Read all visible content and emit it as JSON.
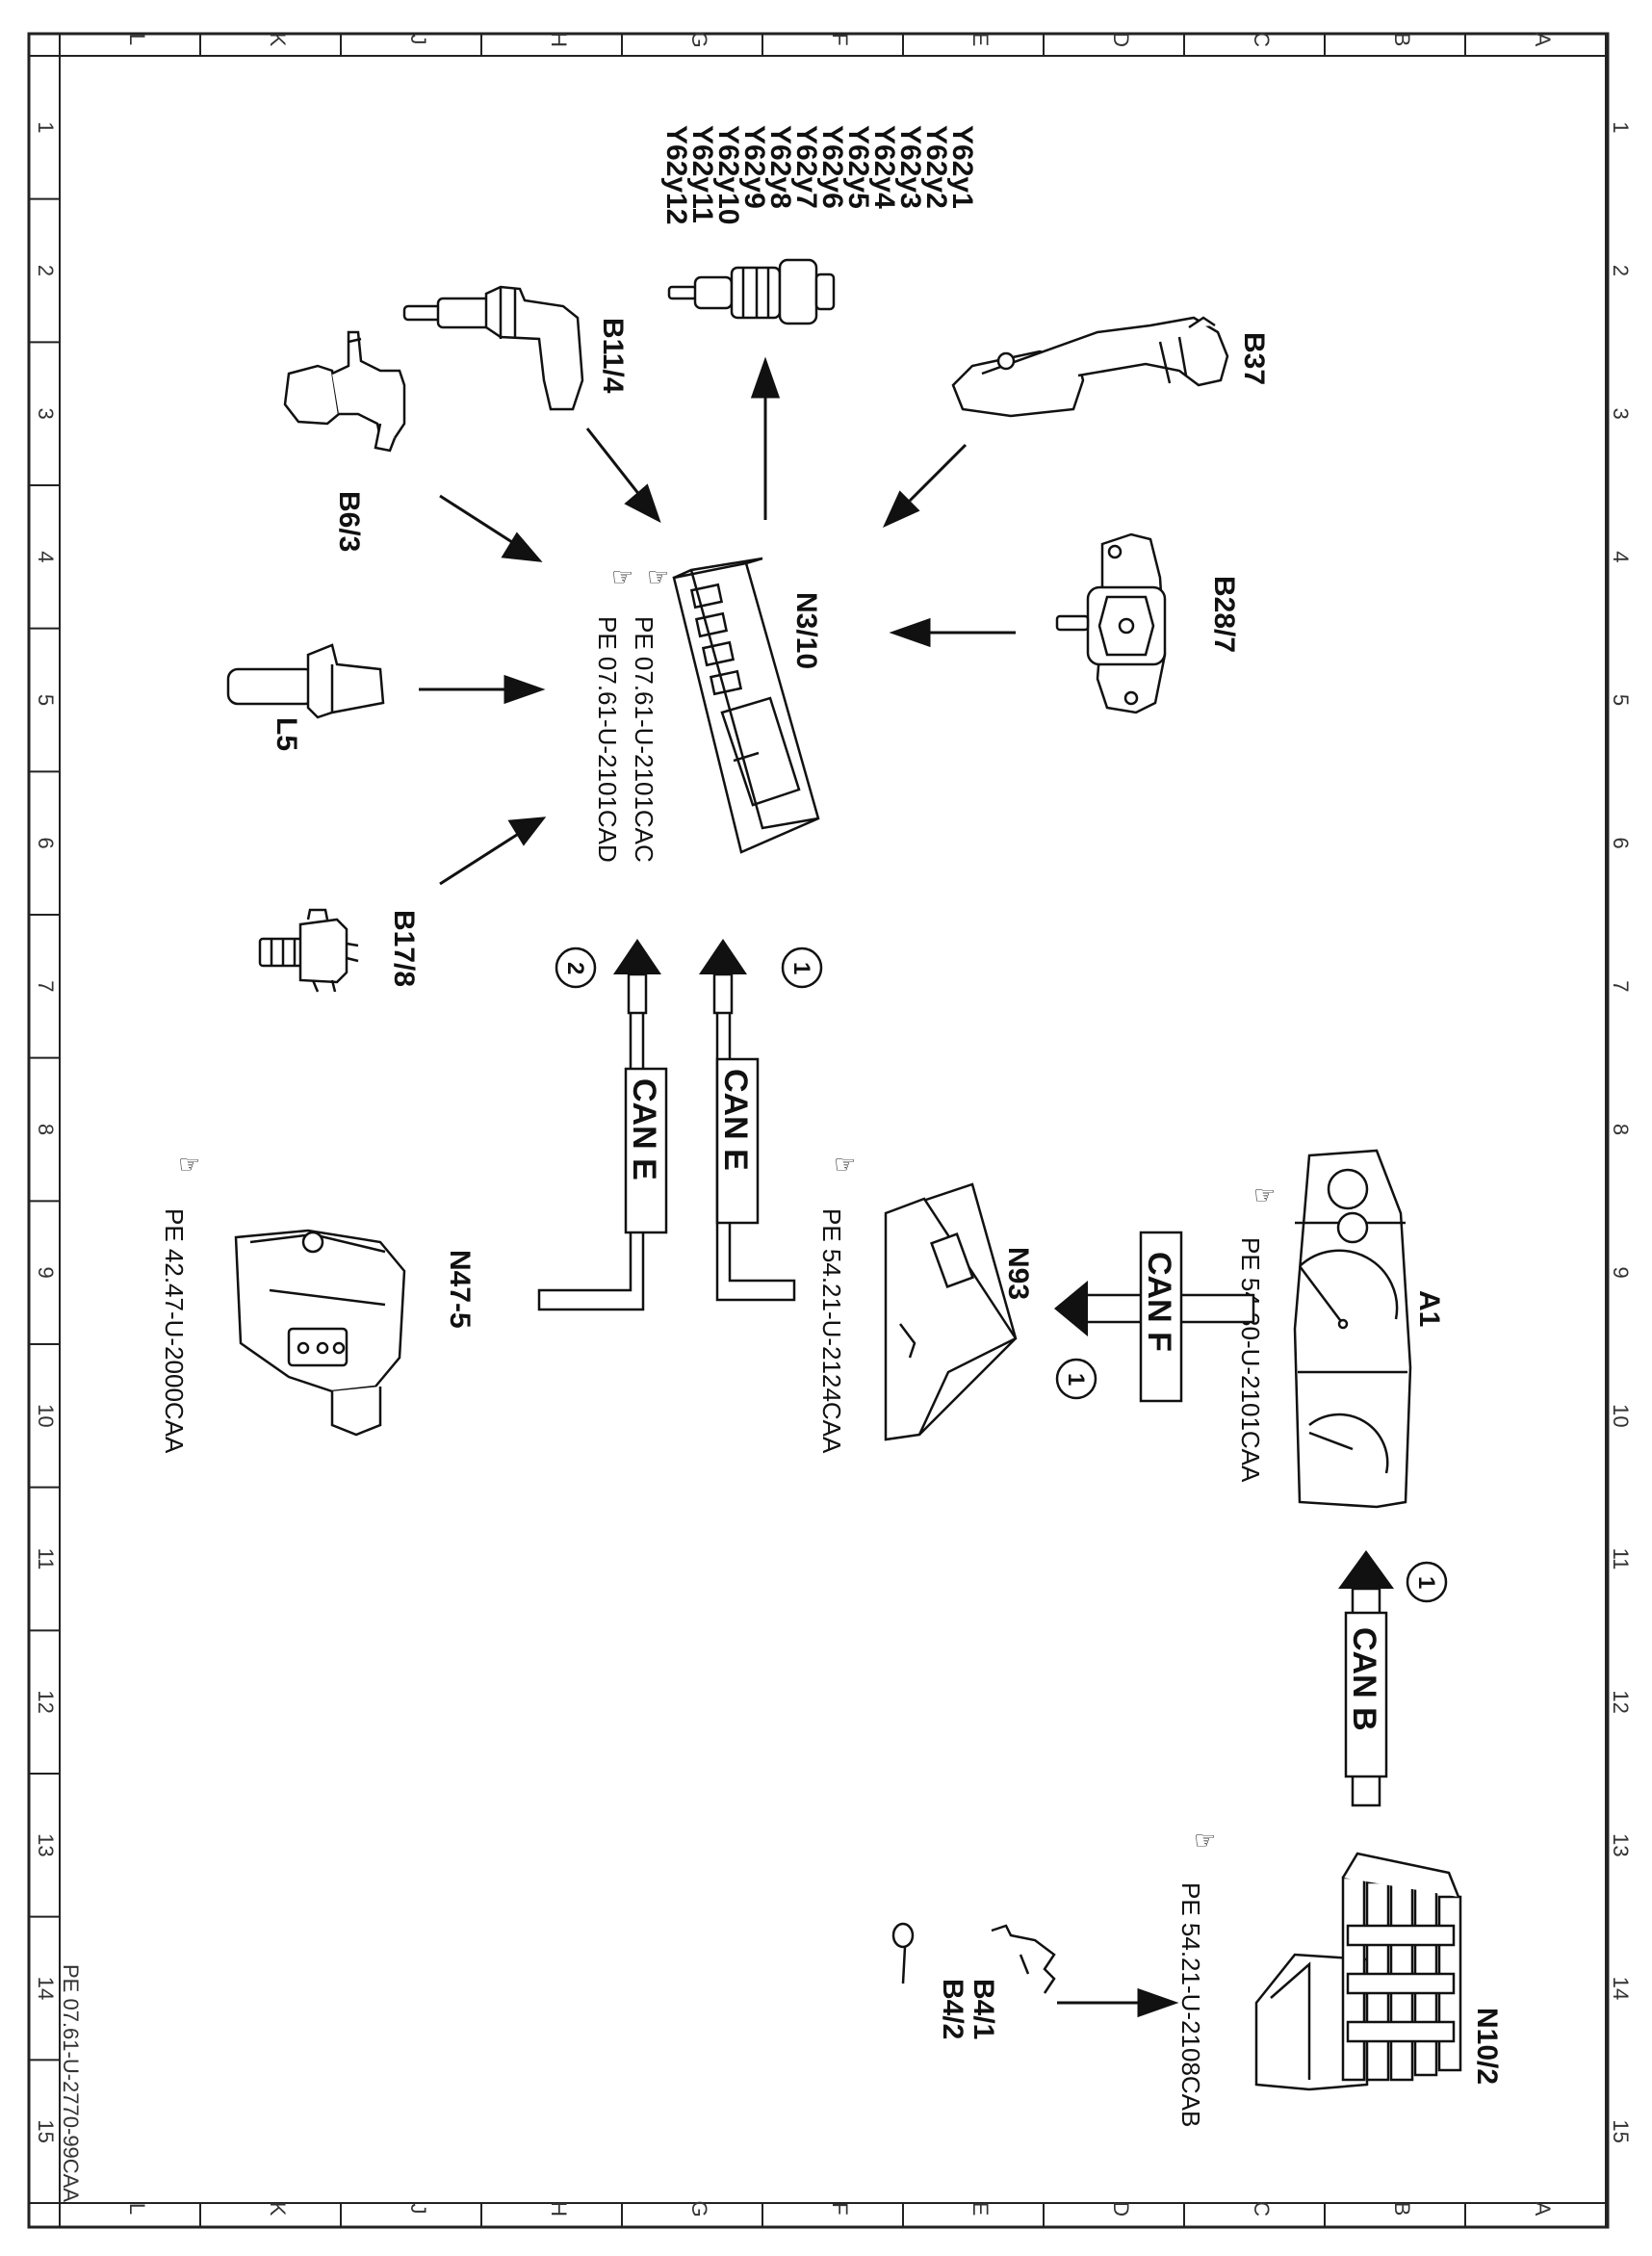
{
  "border": {
    "top_letters": [
      "L",
      "K",
      "J",
      "H",
      "G",
      "F",
      "E",
      "D",
      "C",
      "B",
      "A"
    ],
    "bottom_letters": [
      "L",
      "K",
      "J",
      "H",
      "G",
      "F",
      "E",
      "D",
      "C",
      "B",
      "A"
    ],
    "left_numbers": [
      "1",
      "2",
      "3",
      "4",
      "5",
      "6",
      "7",
      "8",
      "9",
      "10",
      "11",
      "12",
      "13",
      "14",
      "15"
    ],
    "right_numbers": [
      "1",
      "2",
      "3",
      "4",
      "5",
      "6",
      "7",
      "8",
      "9",
      "10",
      "11",
      "12",
      "13",
      "14",
      "15"
    ]
  },
  "drawing_id": "PE 07.61-U-2770-99CAA",
  "components": {
    "n3_10": "N3/10",
    "b11_4": "B11/4",
    "b6_3": "B6/3",
    "l5": "L5",
    "b17_8": "B17/8",
    "b37": "B37",
    "b28_7": "B28/7",
    "a1": "A1",
    "n93": "N93",
    "n47_5": "N47-5",
    "n10_2": "N10/2",
    "b4_1": "B4/1",
    "b4_2": "B4/2"
  },
  "injectors": [
    "Y62y1",
    "Y62y2",
    "Y62y3",
    "Y62y4",
    "Y62y5",
    "Y62y6",
    "Y62y7",
    "Y62y8",
    "Y62y9",
    "Y62y10",
    "Y62y11",
    "Y62y12"
  ],
  "references": {
    "n3_10_ref1": "PE 07.61-U-2101CAC",
    "n3_10_ref2": "PE 07.61-U-2101CAD",
    "a1_ref": "PE 54.30-U-2101CAA",
    "n93_ref": "PE 54.21-U-2124CAA",
    "n47_ref": "PE 42.47-U-2000CAA",
    "n10_ref": "PE 54.21-U-2108CAB"
  },
  "buses": {
    "can_e_1": {
      "label": "CAN E",
      "marker": "1"
    },
    "can_e_2": {
      "label": "CAN E",
      "marker": "2"
    },
    "can_f": {
      "label": "CAN F",
      "marker": "1"
    },
    "can_b": {
      "label": "CAN B",
      "marker": "1"
    }
  }
}
